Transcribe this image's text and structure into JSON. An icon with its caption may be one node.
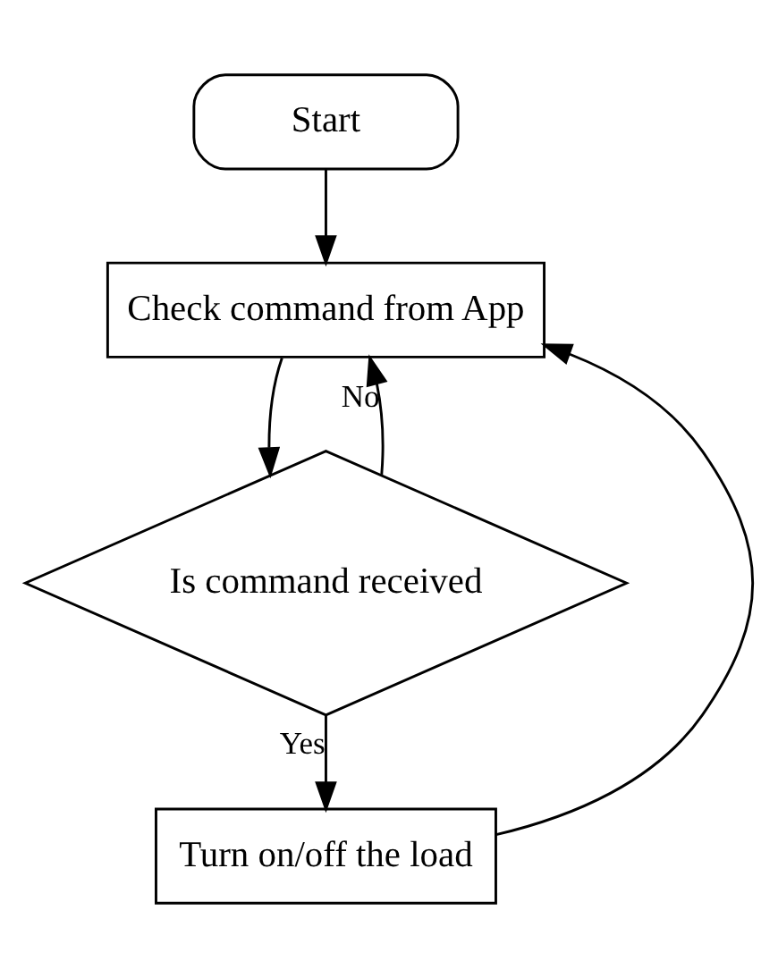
{
  "diagram": {
    "nodes": [
      {
        "text": [
          "Start"
        ]
      },
      {
        "text": [
          "Check command from App"
        ]
      },
      {
        "text": [
          "Is command received"
        ]
      },
      {
        "text": [
          "Turn on/off the load"
        ]
      }
    ],
    "edges": [
      {
        "from": 0,
        "to": 1,
        "arrow": "to"
      },
      {
        "from": 1,
        "to": 2,
        "arrow": "to"
      },
      {
        "from": 2,
        "to": 1,
        "arrow": "to",
        "label": "No"
      },
      {
        "from": 2,
        "to": 3,
        "arrow": "to",
        "label": "Yes"
      },
      {
        "from": 3,
        "to": 1,
        "arrow": "to"
      }
    ]
  }
}
